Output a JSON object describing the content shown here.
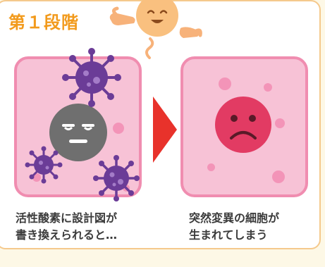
{
  "stage": {
    "title": "第１段階"
  },
  "left_cell": {
    "caption_line1": "活性酸素に設計図が",
    "caption_line2": "書き換えられると…"
  },
  "right_cell": {
    "caption_line1": "突然変異の細胞が",
    "caption_line2": "生まれてしまう"
  },
  "colors": {
    "accent": "#f29a1c",
    "cell_fill": "#f7c2d6",
    "cell_border": "#f08db0",
    "virus": "#6b3c97",
    "arrow": "#e8322b",
    "sad_face": "#e23b63",
    "gray_face": "#6f6f6f"
  },
  "icons": [
    "sun-mascot-icon",
    "virus-icon",
    "gray-face-icon",
    "sad-face-icon",
    "right-arrow-icon"
  ]
}
